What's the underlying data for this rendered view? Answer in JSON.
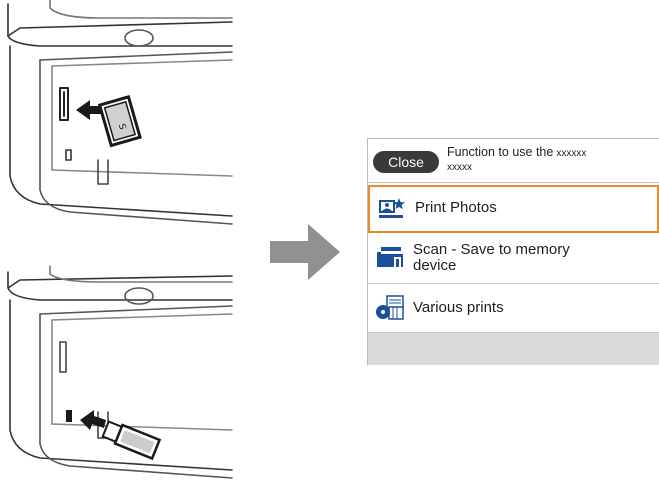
{
  "illustrations": {
    "top": {
      "name": "memory-card-insertion"
    },
    "bottom": {
      "name": "usb-drive-insertion"
    }
  },
  "flow_arrow_color": "#909090",
  "panel": {
    "close_label": "Close",
    "header_title": "Function to use the",
    "header_title_suffix": "xxxxxx",
    "header_line2": "xxxxx",
    "selected_border_color": "#f08a24",
    "items": [
      {
        "label": "Print Photos",
        "icon": "photo-print-icon",
        "selected": true
      },
      {
        "label_line1": "Scan - Save to memory",
        "label_line2": "device",
        "icon": "scan-to-memory-icon",
        "selected": false
      },
      {
        "label": "Various prints",
        "icon": "various-prints-icon",
        "selected": false
      }
    ]
  }
}
